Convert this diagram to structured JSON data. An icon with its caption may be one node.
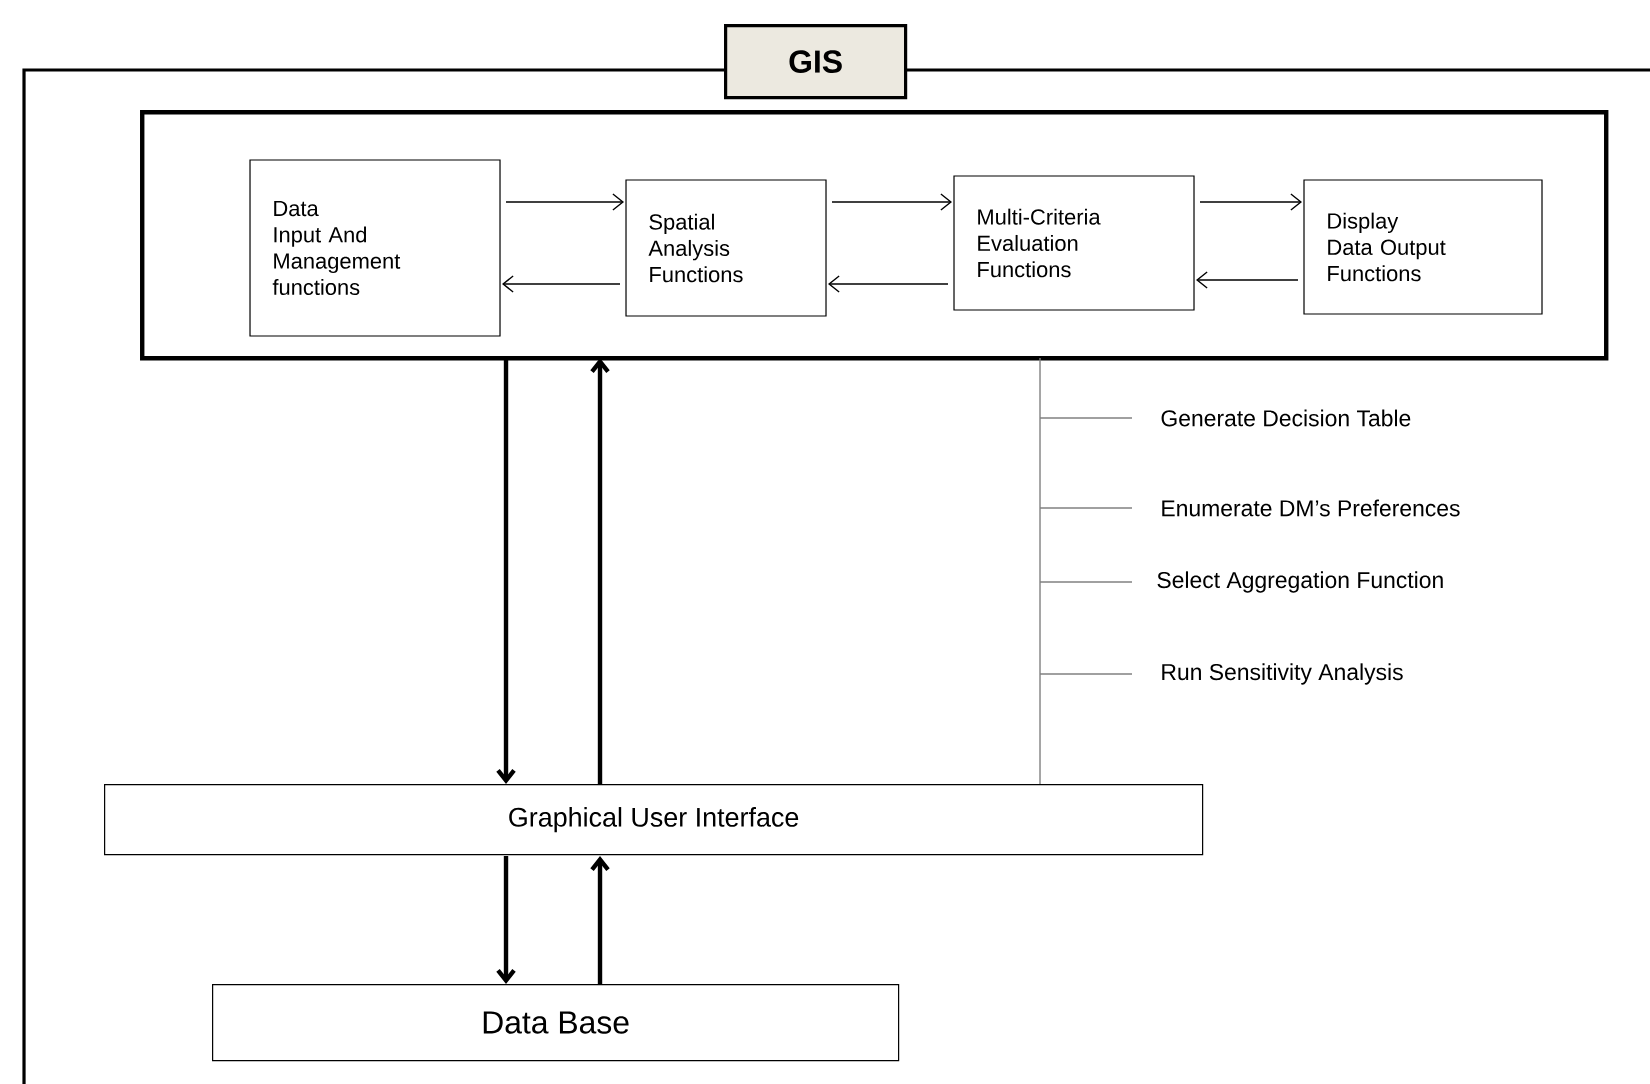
{
  "diagram": {
    "nodes": [
      {
        "text": [
          "GIS"
        ]
      },
      {
        "text": [],
        "shape": "box"
      },
      {
        "text": [
          "Data Input And Management functions"
        ],
        "in": 1
      },
      {
        "text": [
          "Spatial Analysis Functions"
        ],
        "in": 1
      },
      {
        "text": [
          "Multi-Criteria Evaluation Functions"
        ],
        "in": 1
      },
      {
        "text": [
          "Display Data Output Functions"
        ],
        "in": 1
      },
      {
        "text": [
          "Graphical User Interface"
        ]
      },
      {
        "text": [
          "Data Base"
        ]
      }
    ],
    "edges": [
      {
        "from": 2,
        "to": 3,
        "arrow": "to"
      },
      {
        "from": 3,
        "to": 2,
        "arrow": "to"
      },
      {
        "from": 3,
        "to": 4,
        "arrow": "to"
      },
      {
        "from": 4,
        "to": 3,
        "arrow": "to"
      },
      {
        "from": 4,
        "to": 5,
        "arrow": "to"
      },
      {
        "from": 5,
        "to": 4,
        "arrow": "to"
      },
      {
        "from": 1,
        "to": 6,
        "arrow": "to",
        "style": "thick"
      },
      {
        "from": 6,
        "to": 1,
        "arrow": "to",
        "style": "thick"
      },
      {
        "from": 6,
        "to": 7,
        "arrow": "to",
        "style": "thick"
      },
      {
        "from": 7,
        "to": 6,
        "arrow": "to",
        "style": "thick"
      },
      {
        "from": 1,
        "to": 6,
        "arrow": "none",
        "color": "#808080"
      }
    ],
    "labels": [
      "Generate Decision Table",
      "Enumerate DM’s Preferences",
      "Select Aggregation Function",
      "Run Sensitivity Analysis"
    ]
  }
}
